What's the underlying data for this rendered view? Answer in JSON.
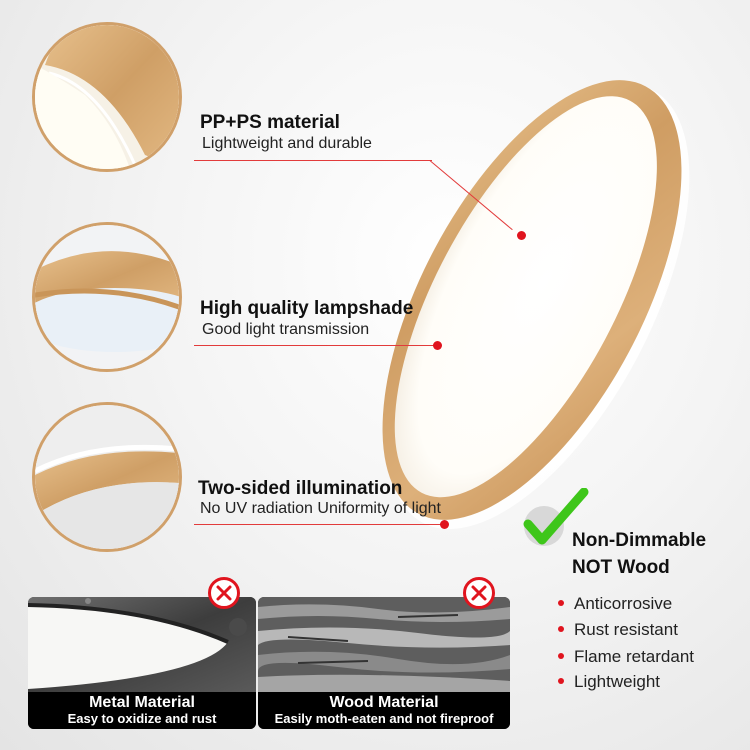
{
  "features": [
    {
      "title": "PP+PS material",
      "subtitle": "Lightweight and durable",
      "thumb": "wood-edge-closeup"
    },
    {
      "title": "High quality lampshade",
      "subtitle": "Good light transmission",
      "thumb": "lampshade-closeup"
    },
    {
      "title": "Two-sided illumination",
      "subtitle": "No UV radiation Uniformity of light",
      "thumb": "side-glow-closeup"
    }
  ],
  "lamp": {
    "image": "round-wood-grain-ceiling-light",
    "frame_color": "#d4a46d"
  },
  "badges": {
    "line1": "Non-Dimmable",
    "line2": "NOT Wood",
    "check_icon": "green-check-icon"
  },
  "benefits": [
    "Anticorrosive",
    "Rust resistant",
    "Flame retardant",
    "Lightweight"
  ],
  "comparisons": [
    {
      "title": "Metal Material",
      "subtitle": "Easy to oxidize and rust",
      "icon": "red-x-icon",
      "image": "rusty-metal-lamp-edge"
    },
    {
      "title": "Wood Material",
      "subtitle": "Easily moth-eaten and not fireproof",
      "icon": "red-x-icon",
      "image": "cracked-wood-texture"
    }
  ],
  "colors": {
    "accent_red": "#e0141e",
    "wood": "#d4a46d",
    "check_green": "#3ec61a",
    "caption_bg": "#000000"
  }
}
